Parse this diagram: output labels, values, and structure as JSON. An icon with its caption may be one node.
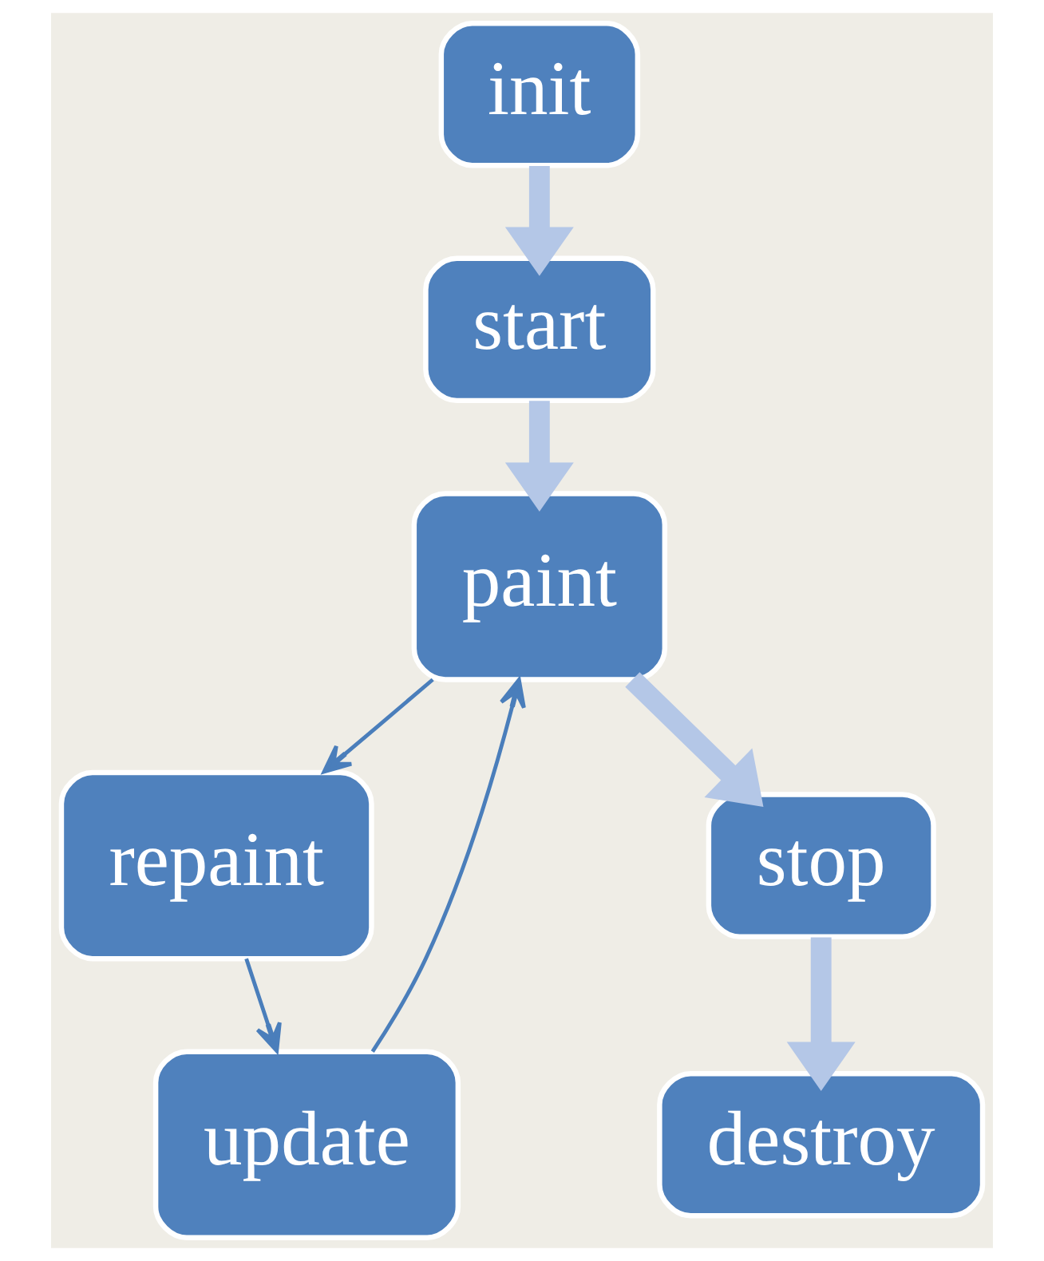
{
  "diagram": {
    "nodes": [
      {
        "text": [
          "init"
        ]
      },
      {
        "text": [
          "start"
        ]
      },
      {
        "text": [
          "repaint"
        ]
      },
      {
        "text": [
          "paint"
        ]
      },
      {
        "text": [
          "update"
        ]
      },
      {
        "text": [
          "stop"
        ]
      },
      {
        "text": [
          "destroy"
        ]
      }
    ],
    "edges": [
      {
        "from": 0,
        "to": 1,
        "arrow": "to"
      },
      {
        "from": 1,
        "to": 3,
        "arrow": "to"
      },
      {
        "from": 3,
        "to": 2,
        "arrow": "to",
        "color": "#4a7ebb"
      },
      {
        "from": 2,
        "to": 4,
        "arrow": "to",
        "color": "#4a7ebb"
      },
      {
        "from": 4,
        "to": 3,
        "arrow": "to",
        "color": "#4a7ebb"
      },
      {
        "from": 3,
        "to": 5,
        "arrow": "to"
      },
      {
        "from": 5,
        "to": 6,
        "arrow": "to"
      }
    ]
  }
}
